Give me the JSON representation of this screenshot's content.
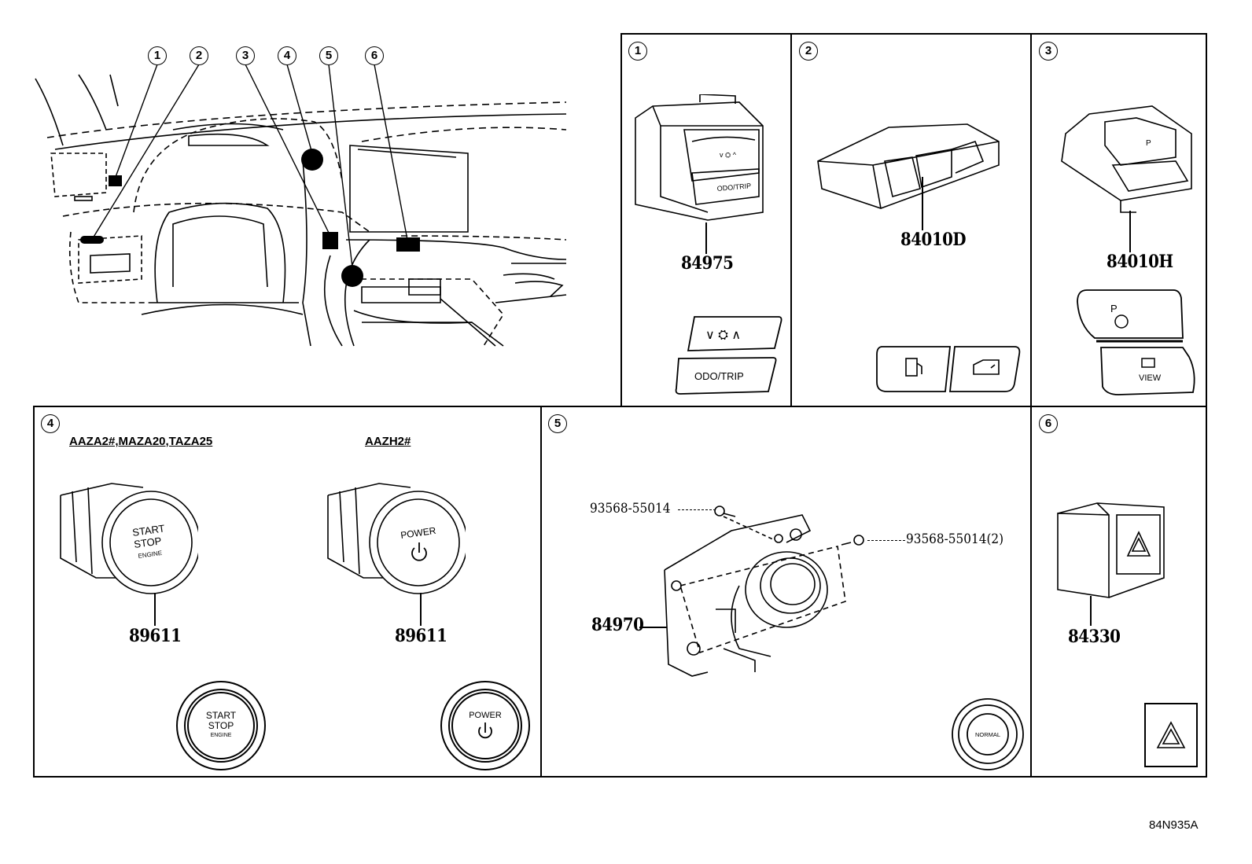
{
  "dashboard": {
    "callouts": [
      "1",
      "2",
      "3",
      "4",
      "5",
      "6"
    ]
  },
  "panels": {
    "p1": {
      "number": "1",
      "part": "84975",
      "odo_label": "ODO/TRIP"
    },
    "p2": {
      "number": "2",
      "part": "84010D"
    },
    "p3": {
      "number": "3",
      "part": "84010H",
      "view_label": "VIEW",
      "p_label": "P"
    },
    "p4": {
      "number": "4",
      "model_a": "AAZA2#,MAZA20,TAZA25",
      "model_b": "AAZH2#",
      "part_a": "89611",
      "part_b": "89611",
      "start_line1": "START",
      "start_line2": "STOP",
      "start_line3": "ENGINE",
      "power_label": "POWER"
    },
    "p5": {
      "number": "5",
      "bolt_left": "93568-55014",
      "bolt_right": "93568-55014(2)",
      "part": "84970",
      "dial_label": "NORMAL"
    },
    "p6": {
      "number": "6",
      "part": "84330"
    }
  },
  "footer": {
    "ref_code": "84N935A"
  }
}
